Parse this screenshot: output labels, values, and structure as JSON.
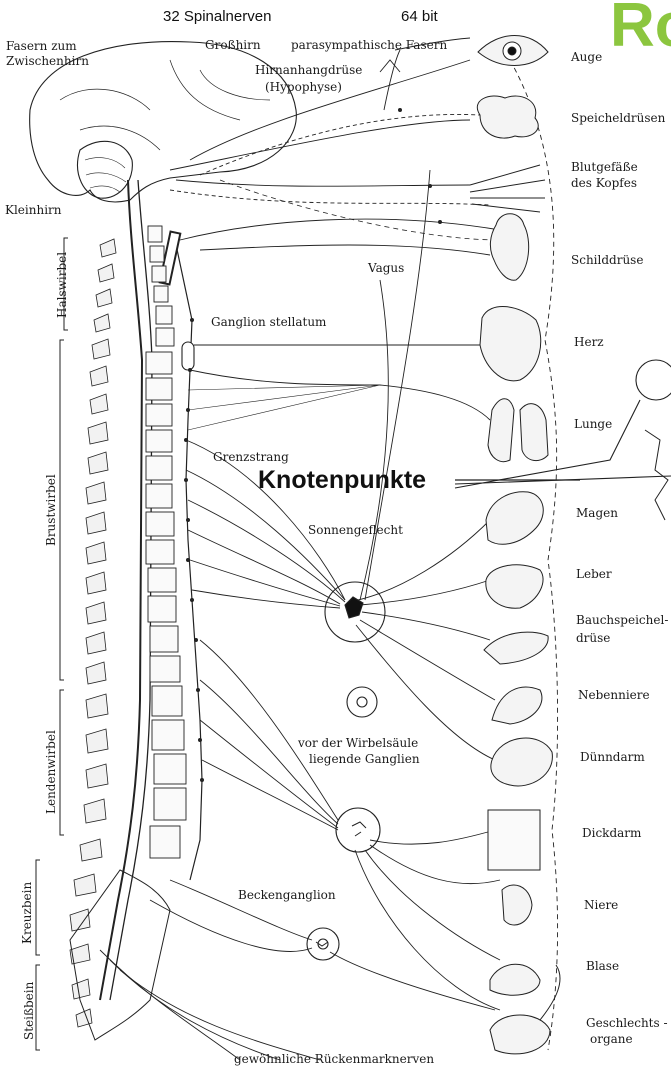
{
  "header": {
    "nerves": "32 Spinalnerven",
    "bits": "64 bit",
    "corner": "Ro"
  },
  "highlight": "Knotenpunkte",
  "left_labels": {
    "fasern": "Fasern zum",
    "zwischenhirn": "Zwischenhirn",
    "kleinhirn": "Kleinhirn",
    "grosshirn": "Großhirn",
    "parasym": "parasympathische Fasern",
    "hirnanhang": "Hirnanhangdrüse",
    "hypophyse": "(Hypophyse)",
    "vagus": "Vagus",
    "ganglion_stellatum": "Ganglion stellatum",
    "grenzstrang": "Grenzstrang",
    "sonnengeflecht": "Sonnengeflecht",
    "vor_wirbel": "vor der Wirbelsäule",
    "liegende": "liegende Ganglien",
    "beckenganglion": "Beckenganglion",
    "rueckenmark": "gewöhnliche Rückenmarknerven"
  },
  "spine_regions": {
    "hals": "Halswirbel",
    "brust": "Brustwirbel",
    "lenden": "Lendenwirbel",
    "kreuz": "Kreuzbein",
    "steiss": "Steißbein"
  },
  "organs": [
    {
      "label": "Auge"
    },
    {
      "label": "Speicheldrüsen"
    },
    {
      "label": "Blutgefäße"
    },
    {
      "label": "des Kopfes"
    },
    {
      "label": "Schilddrüse"
    },
    {
      "label": "Herz"
    },
    {
      "label": "Lunge"
    },
    {
      "label": "Magen"
    },
    {
      "label": "Leber"
    },
    {
      "label": "Bauchspeichel-"
    },
    {
      "label": "drüse"
    },
    {
      "label": "Nebenniere"
    },
    {
      "label": "Dünndarm"
    },
    {
      "label": "Dickdarm"
    },
    {
      "label": "Niere"
    },
    {
      "label": "Blase"
    },
    {
      "label": "Geschlechts -"
    },
    {
      "label": "organe"
    }
  ]
}
